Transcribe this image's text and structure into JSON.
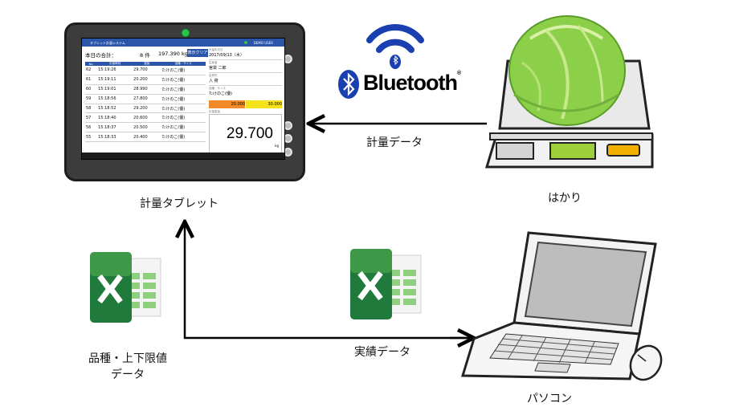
{
  "labels": {
    "tablet": "計量タブレット",
    "scale": "はかり",
    "pc": "パソコン",
    "weigh_data": "計量データ",
    "result_data": "実績データ",
    "master_data_line1": "品種・上下限値",
    "master_data_line2": "データ",
    "bluetooth": "Bluetooth"
  },
  "colors": {
    "bluetooth_blue": "#1a3fb0",
    "app_header": "#2a55a8",
    "excel_green": "#1f7a3b",
    "lettuce_green": "#8cd04a",
    "scale_display": "#9ccf3b",
    "scale_button": "#f2b100"
  },
  "tablet_screen": {
    "app_title": "タブレット計量システム",
    "user": "DEMO USER",
    "summary_label": "本日の合計：",
    "summary_count": "8 件",
    "summary_weight": "197.390 kg",
    "clear_button": "表示クリア",
    "headers": [
      "No.",
      "計量時刻",
      "重量",
      "品種・サイズ"
    ],
    "rows": [
      {
        "no": "62",
        "time": "15:19:26",
        "weight": "29.700",
        "item": "たけのこ(優)"
      },
      {
        "no": "61",
        "time": "15:19:11",
        "weight": "20.200",
        "item": "たけのこ(優)"
      },
      {
        "no": "60",
        "time": "15:19:01",
        "weight": "28.990",
        "item": "たけのこ(優)"
      },
      {
        "no": "59",
        "time": "15:18:56",
        "weight": "27.800",
        "item": "たけのこ(優)"
      },
      {
        "no": "58",
        "time": "15:18:52",
        "weight": "29.200",
        "item": "たけのこ(優)"
      },
      {
        "no": "57",
        "time": "15:18:40",
        "weight": "20.600",
        "item": "たけのこ(優)"
      },
      {
        "no": "56",
        "time": "15:18:37",
        "weight": "20.500",
        "item": "たけのこ(優)"
      },
      {
        "no": "55",
        "time": "15:18:33",
        "weight": "20.400",
        "item": "たけのこ(優)"
      }
    ],
    "date_caption": "計量年月日",
    "date": "2017/09/13（水）",
    "producer_caption": "生産者",
    "producer": "宮栄 二郎",
    "place_caption": "出荷先",
    "place": "入 荷",
    "item_caption": "品種・サイズ",
    "item": "たけのこ(優)",
    "lower": "20.000",
    "upper": "30.000",
    "weight_caption": "計量重量",
    "weight": "29.700",
    "unit": "kg"
  }
}
